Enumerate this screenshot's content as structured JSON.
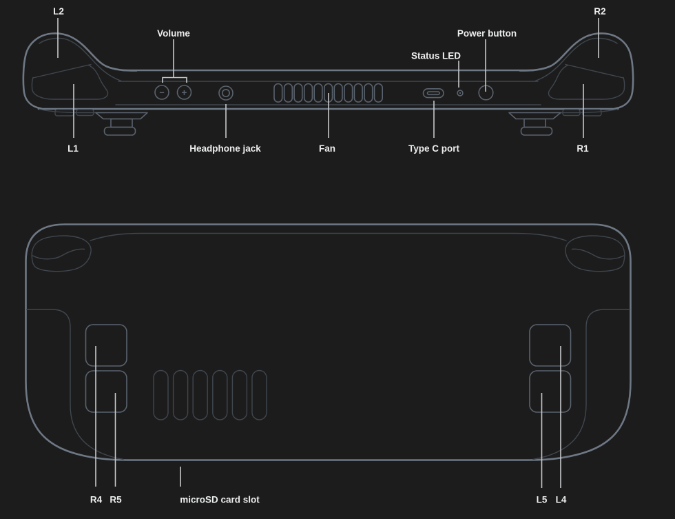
{
  "colors": {
    "bg": "#1c1c1c",
    "strong": "#6e7885",
    "mid": "#5a636e",
    "dim": "#40474f",
    "leader": "#c6c8ca",
    "text": "#edeeee"
  },
  "top_view": {
    "labels": {
      "l2": "L2",
      "volume": "Volume",
      "power_button": "Power button",
      "status_led": "Status LED",
      "r2": "R2",
      "l1": "L1",
      "headphone_jack": "Headphone jack",
      "fan": "Fan",
      "type_c_port": "Type C port",
      "r1": "R1"
    },
    "volume_minus_glyph": "−",
    "volume_plus_glyph": "+"
  },
  "back_view": {
    "labels": {
      "r4": "R4",
      "r5": "R5",
      "microsd": "microSD card slot",
      "l5": "L5",
      "l4": "L4"
    }
  }
}
